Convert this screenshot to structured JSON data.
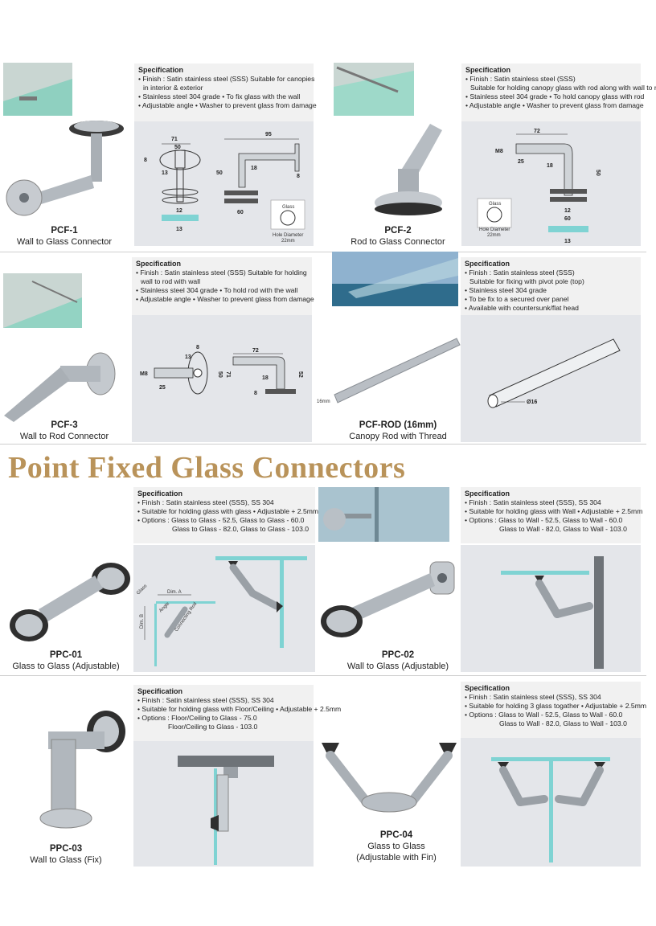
{
  "title": "Point Fixed Glass Connectors",
  "products": {
    "pcf1": {
      "code": "PCF-1",
      "name": "Wall to Glass Connector",
      "spec_heading": "Specification",
      "spec": [
        "• Finish : Satin stainless steel (SSS) Suitable for canopies",
        "in interior & exterior",
        "• Stainless steel 304 grade • To fix glass with the wall",
        "• Adjustable angle • Washer to prevent glass from damage"
      ],
      "dims": [
        "71",
        "50",
        "8",
        "13",
        "12",
        "13",
        "95",
        "50",
        "18",
        "8",
        "60"
      ],
      "glass_label": "Glass",
      "hole_label": "Hole Diameter",
      "hole_value": "22mm"
    },
    "pcf2": {
      "code": "PCF-2",
      "name": "Rod to Glass Connector",
      "spec_heading": "Specification",
      "spec": [
        "• Finish : Satin stainless steel (SSS)",
        "Suitable for holding canopy glass with rod along with wall to rod",
        "• Stainless steel 304 grade • To hold canopy glass with rod",
        "• Adjustable angle • Washer to prevent glass from damage"
      ],
      "dims": [
        "72",
        "M8",
        "25",
        "18",
        "50",
        "12",
        "60",
        "13"
      ],
      "glass_label": "Glass",
      "hole_label": "Hole Diameter",
      "hole_value": "22mm"
    },
    "pcf3": {
      "code": "PCF-3",
      "name": "Wall to Rod Connector",
      "spec_heading": "Specification",
      "spec": [
        "• Finish : Satin stainless steel (SSS) Suitable for holding",
        "wall to rod with wall",
        "• Stainless steel 304 grade • To hold rod with the wall",
        "• Adjustable angle • Washer to prevent glass from damage"
      ],
      "dims": [
        "8",
        "13",
        "M8",
        "25",
        "50",
        "71",
        "72",
        "18",
        "52",
        "8"
      ]
    },
    "pcfrod": {
      "code": "PCF-ROD (16mm)",
      "name": "Canopy Rod with Thread",
      "spec_heading": "Specification",
      "spec": [
        "• Finish : Satin stainless steel (SSS)",
        "Suitable for fixing with pivot pole (top)",
        "• Stainless steel 304 grade",
        "• To be fix to a secured over panel",
        "• Available with countersunk/flat head"
      ],
      "dims": [
        "16mm",
        "Ø16"
      ]
    },
    "ppc01": {
      "code": "PPC-01",
      "name": "Glass to Glass (Adjustable)",
      "spec_heading": "Specification",
      "spec": [
        "• Finish : Satin stainless steel (SSS), SS 304",
        "• Suitable for holding glass with glass • Adjustable + 2.5mm",
        "• Options : Glass to Glass - 52.5, Glass to Glass - 60.0",
        "Glass to Glass - 82.0, Glass to Glass - 103.0"
      ],
      "dims": [
        "Dim. A",
        "Dim. B",
        "Angle",
        "Connecting Rod",
        "Glass"
      ]
    },
    "ppc02": {
      "code": "PPC-02",
      "name": "Wall to Glass (Adjustable)",
      "spec_heading": "Specification",
      "spec": [
        "• Finish : Satin stainless steel (SSS), SS 304",
        "• Suitable for holding glass with Wall • Adjustable + 2.5mm",
        "• Options : Glass to Wall - 52.5, Glass to Wall - 60.0",
        "Glass to Wall - 82.0, Glass to Wall - 103.0"
      ]
    },
    "ppc03": {
      "code": "PPC-03",
      "name": "Wall to Glass (Fix)",
      "spec_heading": "Specification",
      "spec": [
        "• Finish : Satin stainless steel (SSS), SS 304",
        "• Suitable for holding glass with Floor/Ceiling • Adjustable + 2.5mm",
        "• Options : Floor/Ceiling to Glass - 75.0",
        "Floor/Ceiling to Glass - 103.0"
      ]
    },
    "ppc04": {
      "code": "PPC-04",
      "name": "Glass to Glass",
      "name2": "(Adjustable with Fin)",
      "spec_heading": "Specification",
      "spec": [
        "• Finish : Satin stainless steel (SSS), SS 304",
        "• Suitable for holding 3 glass togather • Adjustable + 2.5mm",
        "• Options : Glass to Wall - 52.5, Glass to Wall - 60.0",
        "Glass to Wall - 82.0, Glass to Wall - 103.0"
      ]
    }
  },
  "colors": {
    "title": "#b9935a",
    "spec_bg": "#f1f1f1",
    "drawing_bg": "#e4e6ea",
    "glass": "#7fd3d3",
    "steel": "#9aa0a6"
  }
}
